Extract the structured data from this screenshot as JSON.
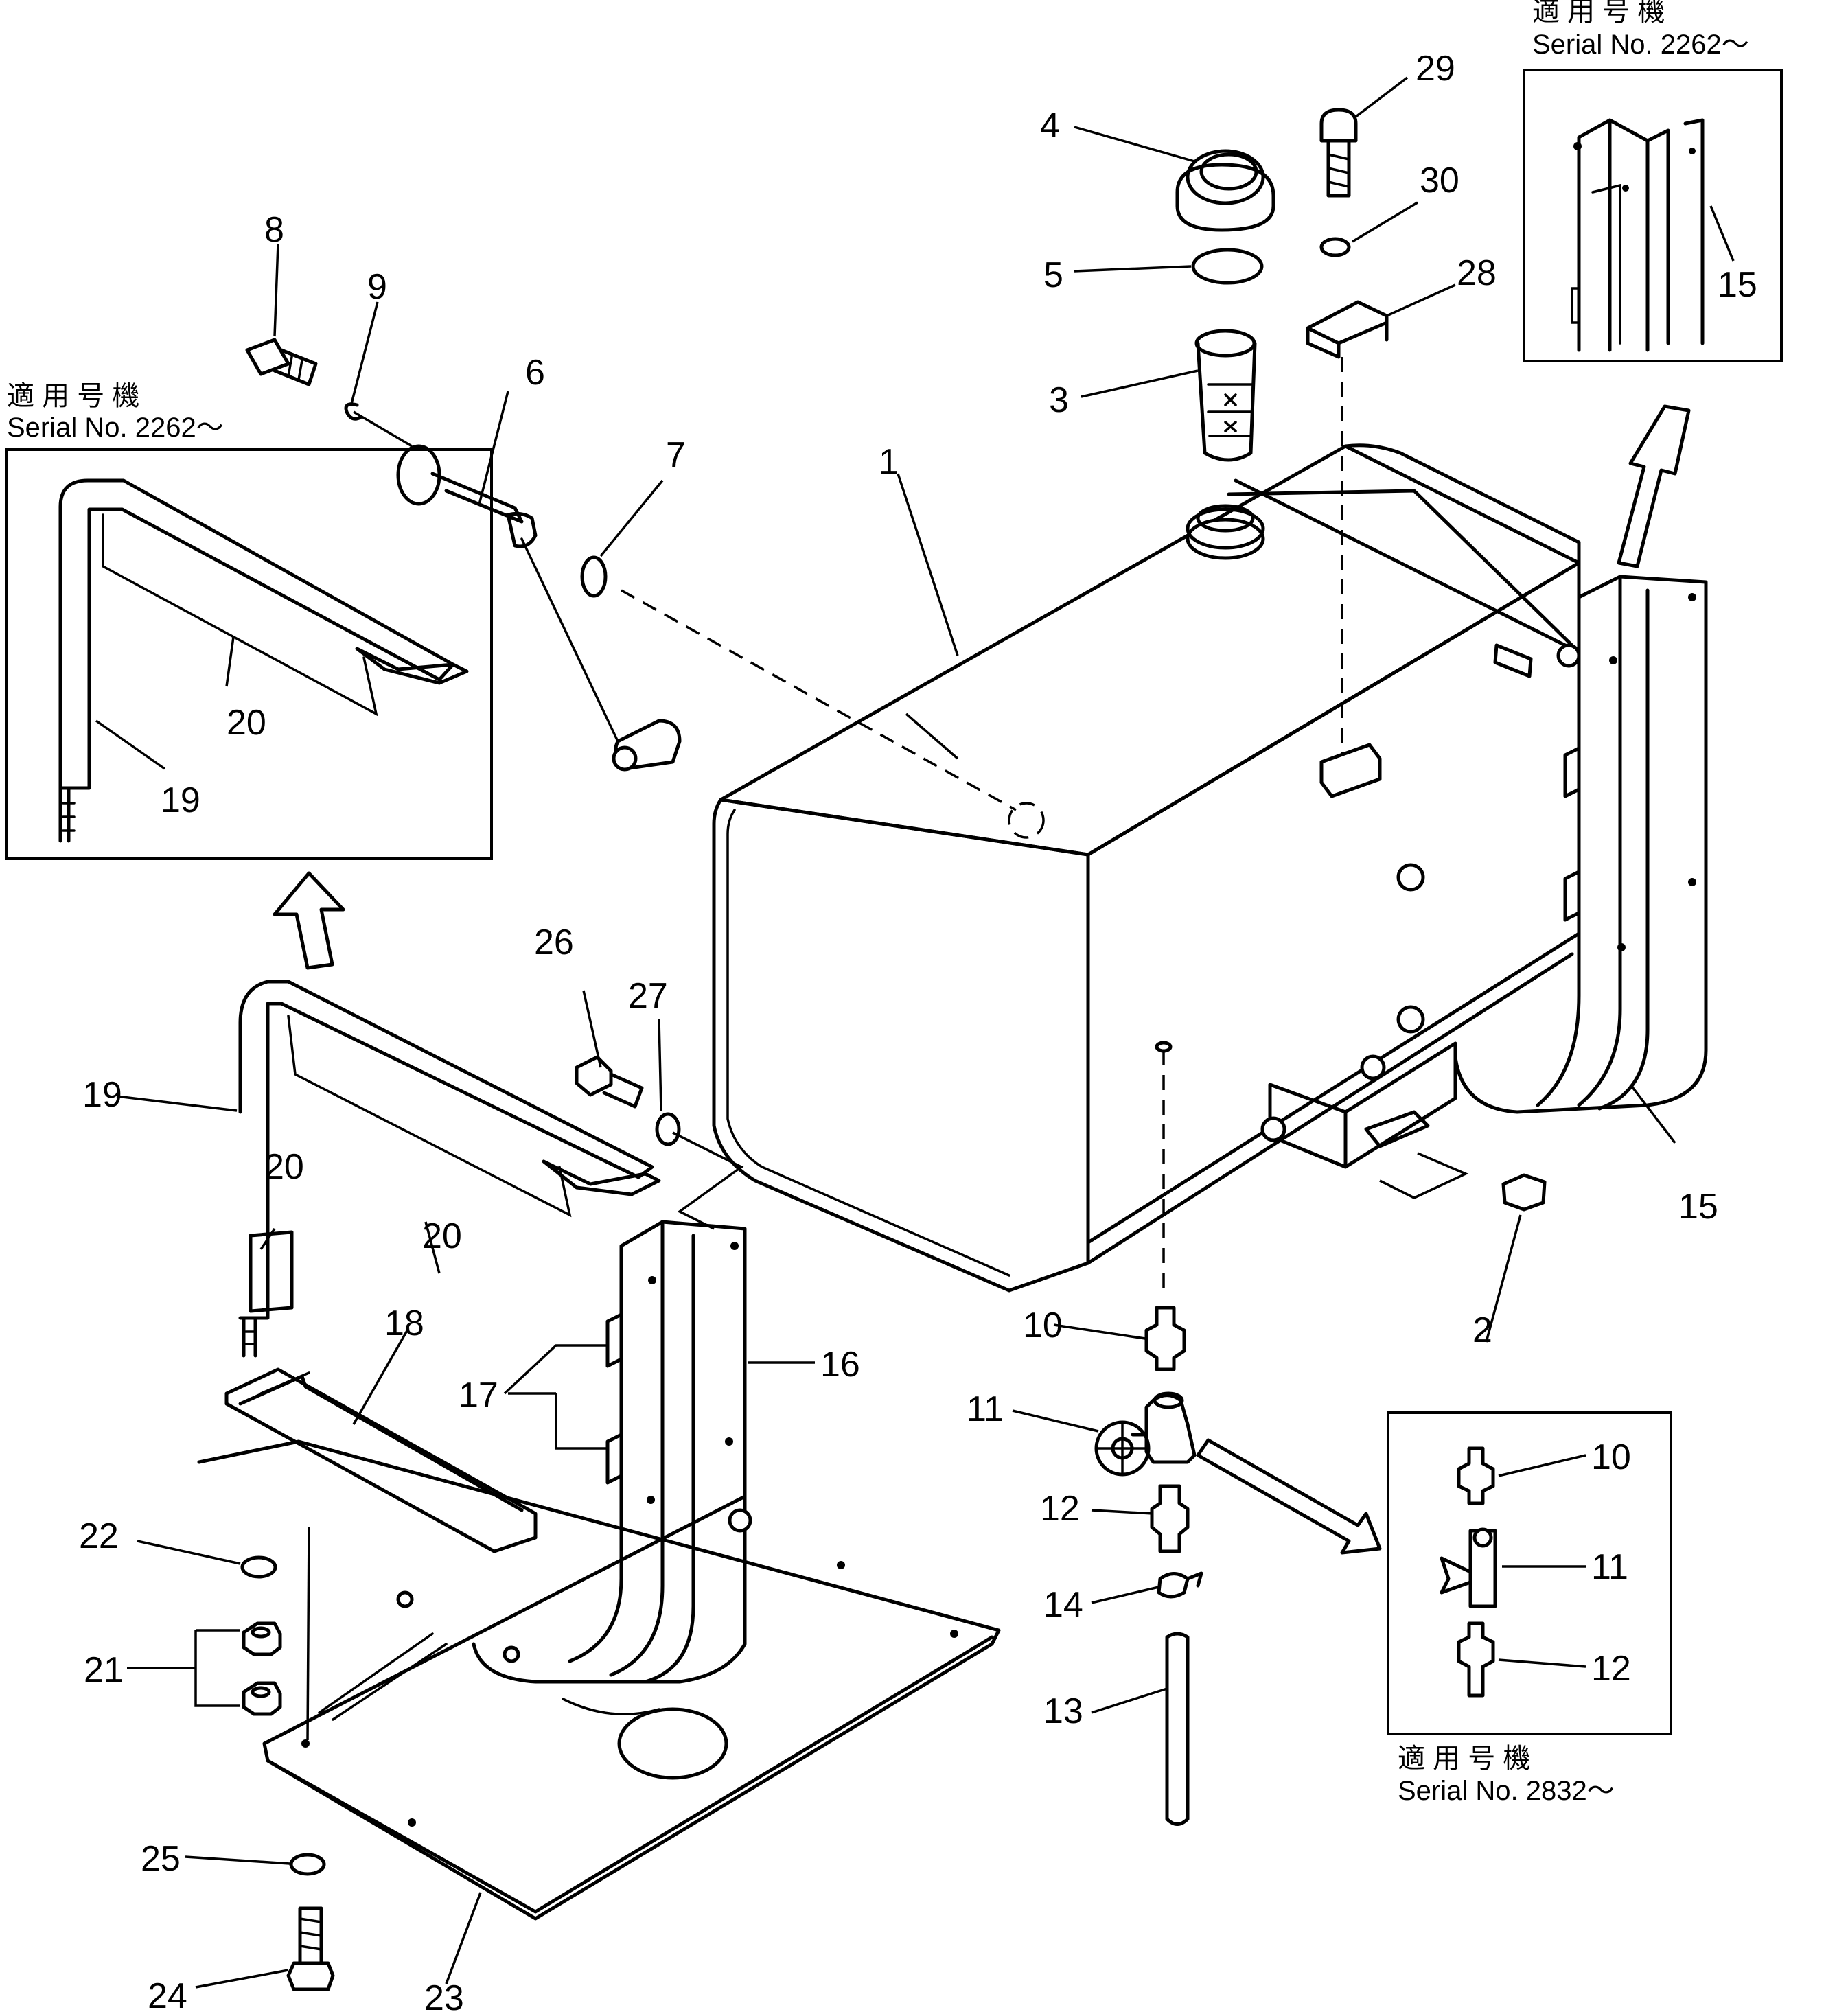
{
  "notes": {
    "top_right": {
      "applicable": "適 用 号 機",
      "serial": "Serial No. 2262〜"
    },
    "top_left": {
      "applicable": "適 用 号 機",
      "serial": "Serial No. 2262〜"
    },
    "bottom_right": {
      "applicable": "適 用 号 機",
      "serial": "Serial No. 2832〜"
    }
  },
  "callouts": {
    "c1": "1",
    "c2": "2",
    "c3": "3",
    "c4": "4",
    "c5": "5",
    "c6": "6",
    "c7": "7",
    "c8": "8",
    "c9": "9",
    "c10": "10",
    "c10b": "10",
    "c11": "11",
    "c11b": "11",
    "c12": "12",
    "c12b": "12",
    "c13": "13",
    "c14": "14",
    "c15": "15",
    "c15b": "15",
    "c16": "16",
    "c17": "17",
    "c18": "18",
    "c19": "19",
    "c19b": "19",
    "c20a": "20",
    "c20b": "20",
    "c20c": "20",
    "c21": "21",
    "c22": "22",
    "c23": "23",
    "c24": "24",
    "c25": "25",
    "c26": "26",
    "c27": "27",
    "c28": "28",
    "c29": "29",
    "c30": "30"
  }
}
